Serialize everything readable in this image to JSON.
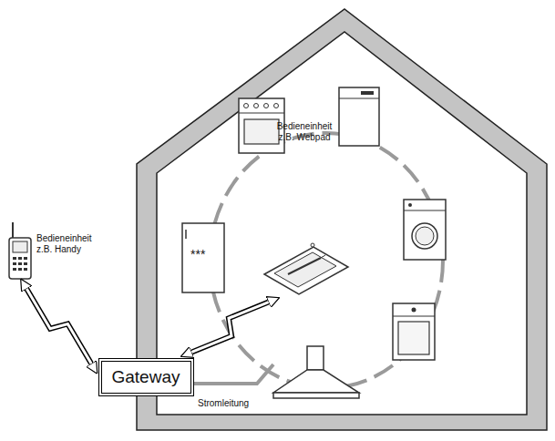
{
  "diagram": {
    "nodes": [
      {
        "text": [
          "Bedieneinheit z.B. Webpad"
        ]
      },
      {
        "text": [
          "Bedieneinheit z.B. Handy"
        ]
      },
      {
        "text": [
          "Gateway"
        ]
      }
    ],
    "edges": [
      {
        "from": 1,
        "to": 2,
        "arrow": "both"
      },
      {
        "from": 0,
        "to": 2,
        "arrow": "both"
      }
    ],
    "labels": [
      "***",
      "Stromleitung"
    ]
  }
}
